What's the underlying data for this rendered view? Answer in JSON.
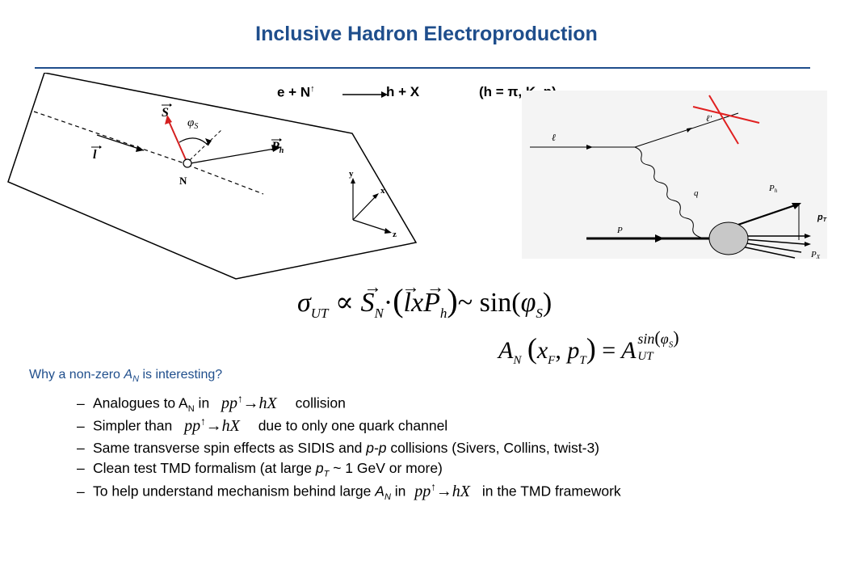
{
  "header": {
    "title": "Inclusive Hadron Electroproduction"
  },
  "reaction": {
    "lhs": "e + N",
    "lhs_arrow_sup": "↑",
    "rhs": "h + X",
    "note": "(h = π, K, p)"
  },
  "left_diagram": {
    "spin_label": "S",
    "phi_label": "φ",
    "phi_sub": "S",
    "lepton_label": "l",
    "hadron_label": "P",
    "hadron_sub": "h",
    "nucleon_label": "N",
    "axis_y": "y",
    "axis_x": "x",
    "axis_z": "z"
  },
  "right_diagram": {
    "lepton_in": "ℓ",
    "lepton_out": "ℓ'",
    "photon": "q",
    "proton": "P",
    "hadron": "P",
    "hadron_sub": "h",
    "remnant": "P",
    "remnant_sub": "X",
    "pt_label": "p",
    "pt_sub": "T"
  },
  "formulas": {
    "sigma_main": "σ",
    "sigma_sub": "UT",
    "propto": "∝",
    "S_vec": "S",
    "S_sub": "N",
    "dot": "·",
    "lparen": "(",
    "l_vec": "l",
    "x_op": "x",
    "P_vec": "P",
    "P_sub": "h",
    "rparen": ")",
    "tilde": "~",
    "sin_text": "sin(",
    "phi": "φ",
    "phi_sub": "S",
    "sin_close": ")",
    "an_A": "A",
    "an_sub": "N",
    "an_open": "(",
    "an_x": "x",
    "an_x_sub": "F",
    "an_comma": ",",
    "an_p": "p",
    "an_p_sub": "T",
    "an_close": ")",
    "an_eq": "=",
    "aut_A": "A",
    "aut_sub": "UT",
    "aut_sup_sin": "sin",
    "aut_sup_open": "(",
    "aut_sup_phi": "φ",
    "aut_sup_phi_sub": "S",
    "aut_sup_close": ")"
  },
  "why": {
    "prefix": "Why a non-zero ",
    "A": "A",
    "A_sub": "N",
    "suffix": " is interesting?"
  },
  "pp_expr": {
    "pp": "pp",
    "up": "↑",
    "arrow": "→",
    "hX": "hX"
  },
  "bullets": {
    "dash": "–",
    "b1_pre": "Analogues to A",
    "b1_sub": "N",
    "b1_mid": " in ",
    "b1_post": "collision",
    "b2_pre": "Simpler than ",
    "b2_post": "due to only one quark channel",
    "b3_part1": "Same transverse spin effects as SIDIS and ",
    "b3_em": "p-p",
    "b3_part2": " collisions (Sivers, Collins, twist-3)",
    "b4_pre": "Clean test TMD formalism (at large ",
    "b4_p": "p",
    "b4_sub": "T",
    "b4_post": " ~ 1 GeV or more)",
    "b5_pre": "To help understand mechanism behind large ",
    "b5_A": "A",
    "b5_sub": "N",
    "b5_mid": " in ",
    "b5_post": "in the TMD framework"
  },
  "colors": {
    "title": "#1f4e8c",
    "rule": "#1f4e8c",
    "spin_arrow": "#d42020",
    "cross": "#e02020",
    "blob": "#c8c8c8"
  }
}
